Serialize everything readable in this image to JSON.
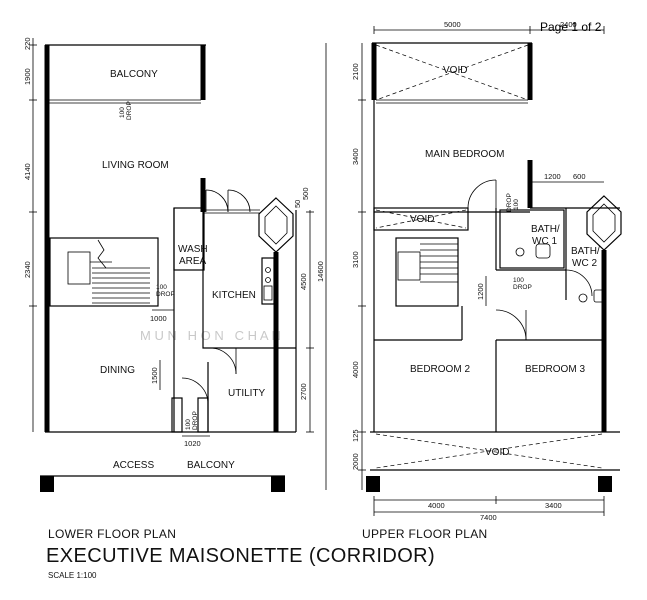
{
  "page_indicator": "Page 1 of 2",
  "titles": {
    "lower": "LOWER FLOOR PLAN",
    "upper": "UPPER FLOOR PLAN",
    "main": "EXECUTIVE MAISONETTE (CORRIDOR)",
    "scale": "SCALE 1:100"
  },
  "watermark": "M U N   H O N   C H A N",
  "lower_rooms": {
    "balcony": "BALCONY",
    "living": "LIVING ROOM",
    "wash1": "WASH",
    "wash2": "AREA",
    "kitchen": "KITCHEN",
    "dining": "DINING",
    "utility": "UTILITY",
    "access": "ACCESS",
    "balcony2": "BALCONY"
  },
  "upper_rooms": {
    "void_top": "VOID",
    "main_bedroom": "MAIN BEDROOM",
    "void_mid": "VOID",
    "bath1a": "BATH/",
    "bath1b": "WC 1",
    "bath2a": "BATH/",
    "bath2b": "WC 2",
    "bedroom2": "BEDROOM 2",
    "bedroom3": "BEDROOM 3",
    "void_bottom": "VOID"
  },
  "drops": {
    "lower_balcony": [
      "100",
      "DROP"
    ],
    "lower_kitchen": [
      "100",
      "DROP"
    ],
    "lower_utility": [
      "100",
      "DROP"
    ],
    "upper_a": [
      "DROP",
      "100"
    ],
    "upper_b": [
      "100",
      "DROP"
    ]
  },
  "dims_lower": {
    "d220": "220",
    "d1900": "1900",
    "d4140": "4140",
    "d2340": "2340",
    "d1000": "1000",
    "d1500": "1500",
    "d1020": "1020",
    "d4500": "4500",
    "d2700": "2700",
    "d50": "50",
    "d500": "500"
  },
  "dims_upper": {
    "d5000": "5000",
    "d2400": "2400",
    "d2100": "2100",
    "d3400v": "3400",
    "d14600": "14600",
    "d3100": "3100",
    "d4000v": "4000",
    "d125": "125",
    "d2000": "2000",
    "d1200h": "1200",
    "d600": "600",
    "d1200v": "1200",
    "d4000h": "4000",
    "d3400h": "3400",
    "d7400": "7400"
  }
}
